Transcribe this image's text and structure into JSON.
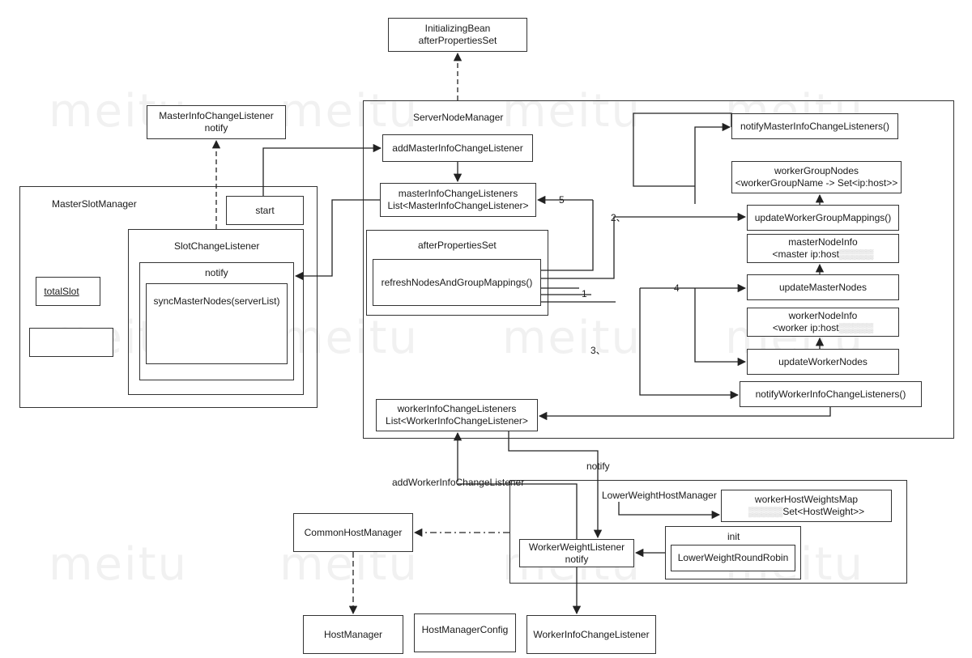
{
  "watermark": "meitu",
  "nodes": {
    "initializing_bean": {
      "line1": "InitializingBean",
      "line2": "afterPropertiesSet"
    },
    "master_info_change_listener": {
      "line1": "MasterInfoChangeListener",
      "line2": "notify"
    },
    "server_node_manager": {
      "title": "ServerNodeManager"
    },
    "add_master_listener": {
      "label": "addMasterInfoChangeListener"
    },
    "master_listeners": {
      "line1": "masterInfoChangeListeners",
      "line2": "List<MasterInfoChangeListener>"
    },
    "after_properties_set": {
      "title": "afterPropertiesSet"
    },
    "refresh": {
      "label": "refreshNodesAndGroupMappings()"
    },
    "notify_master_listeners": {
      "label": "notifyMasterInfoChangeListeners()"
    },
    "worker_group_nodes": {
      "line1": "workerGroupNodes",
      "line2": "<workerGroupName -> Set<ip:host>>"
    },
    "update_worker_group_mappings": {
      "label": "updateWorkerGroupMappings()"
    },
    "master_node_info": {
      "line1": "masterNodeInfo",
      "line2": "<master ip:host"
    },
    "update_master_nodes": {
      "label": "updateMasterNodes"
    },
    "worker_node_info": {
      "line1": "workerNodeInfo",
      "line2": "<worker ip:host"
    },
    "update_worker_nodes": {
      "label": "updateWorkerNodes"
    },
    "notify_worker_listeners": {
      "label": "notifyWorkerInfoChangeListeners()"
    },
    "worker_listeners": {
      "line1": "workerInfoChangeListeners",
      "line2": "List<WorkerInfoChangeListener>"
    },
    "master_slot_manager": {
      "title": "MasterSlotManager"
    },
    "start": {
      "label": "start"
    },
    "slot_change_listener": {
      "title": "SlotChangeListener"
    },
    "notify_box": {
      "title": "notify"
    },
    "sync_master_nodes": {
      "label": "syncMasterNodes(serverList)"
    },
    "total_slot": {
      "label": "totalSlot"
    },
    "lower_weight_host_manager": {
      "title": "LowerWeightHostManager"
    },
    "worker_host_weights_map": {
      "line1": "workerHostWeightsMap",
      "line2": "Set<HostWeight>>"
    },
    "init": {
      "title": "init"
    },
    "lower_weight_round_robin": {
      "label": "LowerWeightRoundRobin"
    },
    "worker_weight_listener": {
      "line1": "WorkerWeightListener",
      "line2": "notify"
    },
    "common_host_manager": {
      "label": "CommonHostManager"
    },
    "host_manager": {
      "label": "HostManager"
    },
    "host_manager_config": {
      "label": "HostManagerConfig"
    },
    "worker_info_change_listener": {
      "label": "WorkerInfoChangeListener"
    }
  },
  "edge_labels": {
    "step1": "1",
    "step2": "2、",
    "step3": "3、",
    "step4": "4",
    "step5": "5",
    "notify": "notify",
    "add_worker_listener": "addWorkerInfoChangeListener"
  }
}
